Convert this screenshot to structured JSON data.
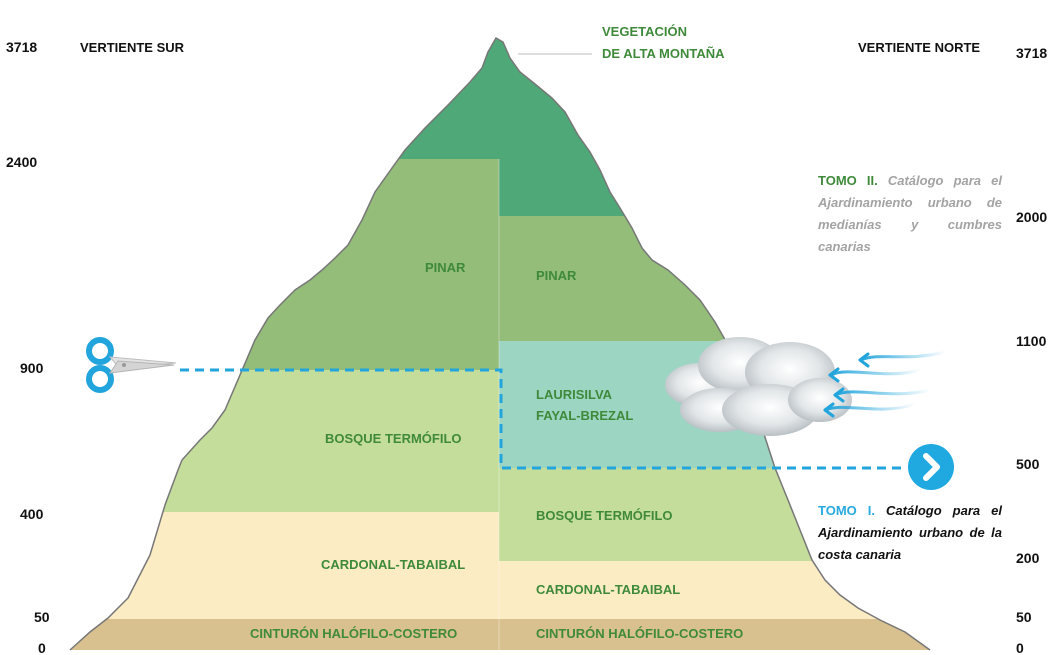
{
  "sides": {
    "south": "VERTIENTE SUR",
    "north": "VERTIENTE NORTE"
  },
  "summit_label": [
    "VEGETACIÓN",
    "DE ALTA MONTAÑA"
  ],
  "altitudes_south": [
    "3718",
    "2400",
    "900",
    "400",
    "50",
    "0"
  ],
  "altitudes_north": [
    "3718",
    "2000",
    "1100",
    "500",
    "200",
    "50",
    "0"
  ],
  "south_zones": {
    "pinar": "PINAR",
    "bosque": "BOSQUE TERMÓFILO",
    "cardonal": "CARDONAL-TABAIBAL",
    "cinturon": "CINTURÓN HALÓFILO-COSTERO"
  },
  "north_zones": {
    "pinar": "PINAR",
    "laurisilva_1": "LAURISILVA",
    "laurisilva_2": "FAYAL-BREZAL",
    "bosque": "BOSQUE TERMÓFILO",
    "cardonal": "CARDONAL-TABAIBAL",
    "cinturon": "CINTURÓN HALÓFILO-COSTERO"
  },
  "notes": {
    "tomo2_lead": "TOMO II.",
    "tomo2_body": "Catálogo para el Ajardinamiento urbano de medianías y cumbres canarias",
    "tomo1_lead": "TOMO I.",
    "tomo1_body": "Catálogo para el Ajardinamiento urbano de la costa canaria"
  },
  "colors": {
    "alta_montana": "#4fa878",
    "pinar": "#93bd78",
    "bosque": "#c5dd9b",
    "laurisilva": "#9dd5c3",
    "cardonal": "#fbecc4",
    "cinturon": "#d9c18f",
    "dash": "#22a5dc",
    "accent_green": "#3f8a3a"
  },
  "icons": [
    "scissors-icon",
    "chevron-right-icon",
    "cloud-icon",
    "wind-icon"
  ]
}
